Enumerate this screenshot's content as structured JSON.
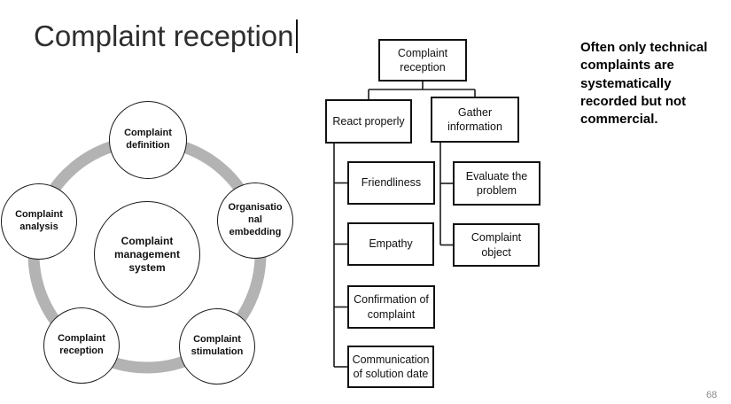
{
  "slide": {
    "title": "Complaint reception",
    "page_number": "68"
  },
  "note": {
    "text": "Often only technical\ncomplaints are\nsystematically\nrecorded but not\ncommercial."
  },
  "cycle_diagram": {
    "ring_color": "#b3b3b3",
    "center_label": "Complaint\nmanagement\nsystem",
    "nodes": [
      {
        "id": "definition",
        "label": "Complaint\ndefinition"
      },
      {
        "id": "analysis",
        "label": "Complaint\nanalysis"
      },
      {
        "id": "embedding",
        "label": "Organisatio\nnal\nembedding"
      },
      {
        "id": "reception",
        "label": "Complaint\nreception"
      },
      {
        "id": "stimulation",
        "label": "Complaint\nstimulation"
      }
    ]
  },
  "tree": {
    "root_label": "Complaint\nreception",
    "branches": [
      {
        "label": "React properly",
        "children": [
          "Friendliness",
          "Empathy",
          "Confirmation of\ncomplaint",
          "Communication\nof solution date"
        ]
      },
      {
        "label": "Gather\ninformation",
        "children": [
          "Evaluate the\nproblem",
          "Complaint\nobject"
        ]
      }
    ]
  },
  "colors": {
    "stroke": "#1a1a1a",
    "title_text": "#2e2e2e",
    "page_number": "#8c8c8c"
  }
}
